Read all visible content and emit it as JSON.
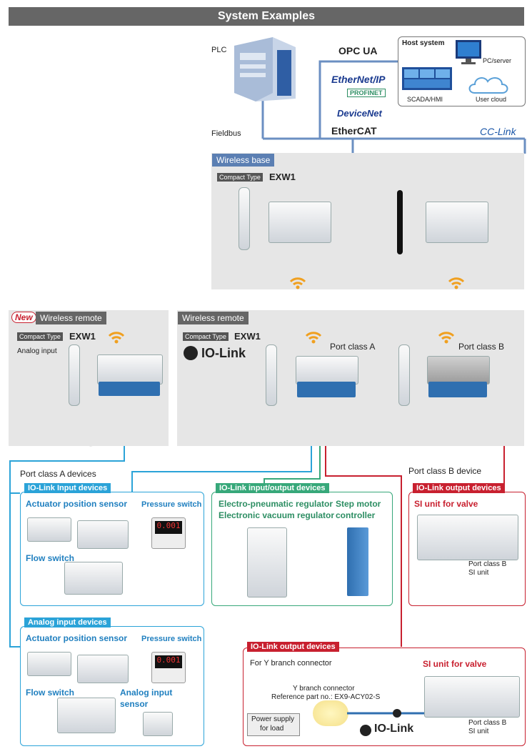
{
  "header": {
    "title": "System Examples"
  },
  "top": {
    "plc_label": "PLC",
    "fieldbus_label": "Fieldbus",
    "protocols": [
      "OPC UA",
      "EtherNet/IP",
      "PROFINET",
      "DeviceNet",
      "EtherCAT",
      "CC-Link"
    ],
    "host": {
      "title": "Host system",
      "pc_label": "PC/server",
      "scada_label": "SCADA/HMI",
      "cloud_label": "User cloud"
    }
  },
  "wireless_base": {
    "tag": "Wireless base",
    "compact_type": "Compact Type",
    "model": "EXW1"
  },
  "remote_analog": {
    "new_label": "New",
    "tag": "Wireless remote",
    "compact_type": "Compact Type",
    "model": "EXW1",
    "sub": "Analog input"
  },
  "remote_iolink": {
    "tag": "Wireless remote",
    "compact_type": "Compact Type",
    "model": "EXW1",
    "iolink": "IO-Link",
    "port_a": "Port class A",
    "port_b": "Port class B"
  },
  "section_labels": {
    "port_a_devices": "Port class A devices",
    "port_b_device": "Port class B device"
  },
  "boxes": {
    "iolink_input": {
      "title": "IO-Link Input devices",
      "actuator": "Actuator position sensor",
      "pressure": "Pressure switch",
      "flow": "Flow switch"
    },
    "iolink_io": {
      "title": "IO-Link input/output devices",
      "regulator1": "Electro-pneumatic regulator",
      "regulator2": "Electronic vacuum regulator",
      "step1": "Step motor",
      "step2": "controller"
    },
    "iolink_output_b": {
      "title": "IO-Link output devices",
      "si_unit": "SI unit for valve",
      "port_b": "Port class B",
      "si": "SI unit"
    },
    "analog_input": {
      "title": "Analog input devices",
      "actuator": "Actuator position sensor",
      "pressure": "Pressure switch",
      "flow": "Flow switch",
      "analog1": "Analog input",
      "analog2": "sensor"
    },
    "iolink_output_y": {
      "title": "IO-Link output devices",
      "for_y": "For Y branch connector",
      "si_unit": "SI unit for valve",
      "ybranch1": "Y branch connector",
      "ybranch2": "Reference part no.: EX9-ACY02-S",
      "power1": "Power supply",
      "power2": "for load",
      "iolink": "IO-Link",
      "port_b": "Port class B",
      "si": "SI unit"
    }
  },
  "colors": {
    "bus_blue": "#6b8fc2",
    "cyan": "#2ba3d8",
    "green": "#37a87a",
    "red": "#c8202f",
    "wifi": "#f0a020"
  },
  "icons": [
    "wifi-icon",
    "antenna-icon",
    "iolink-logo-icon",
    "cloud-icon",
    "monitor-icon",
    "plc-cabinet-icon"
  ]
}
